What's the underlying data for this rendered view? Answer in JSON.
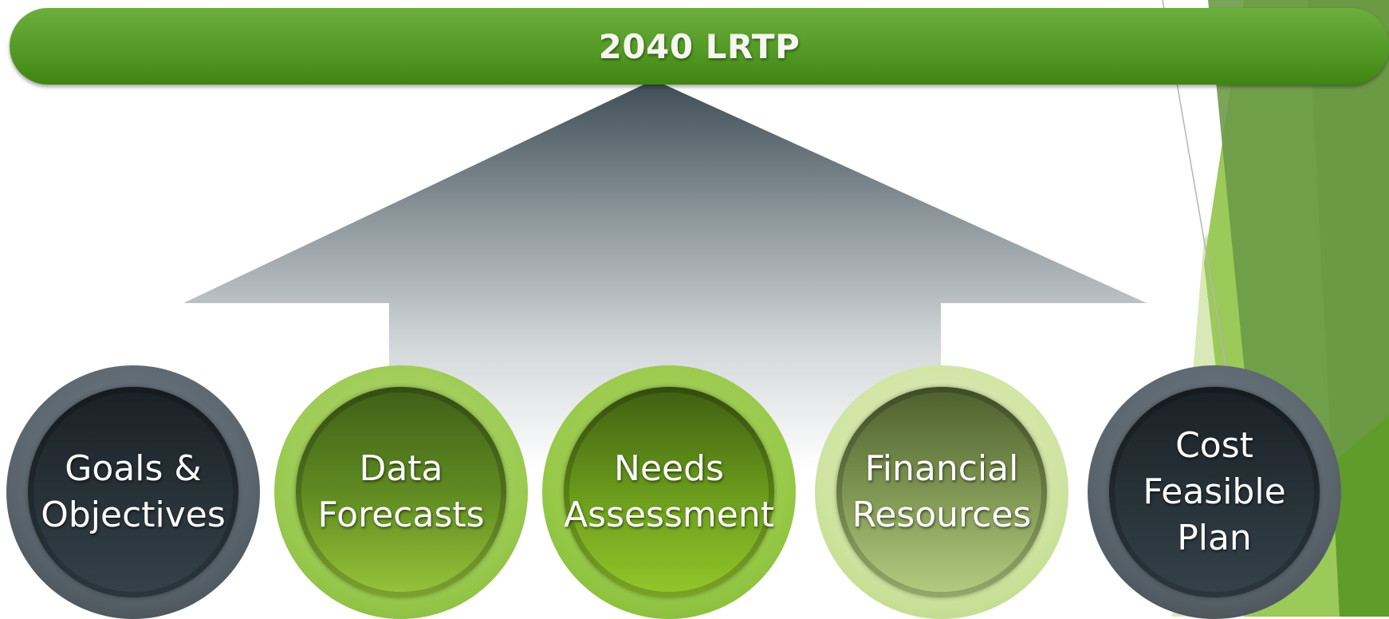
{
  "title": "2040 LRTP",
  "steps": [
    {
      "label": "Goals &\nObjectives"
    },
    {
      "label": "Data\nForecasts"
    },
    {
      "label": "Needs\nAssessment"
    },
    {
      "label": "Financial\nResources"
    },
    {
      "label": "Cost\nFeasible\nPlan"
    }
  ],
  "colors": {
    "banner_green": "#559a26",
    "dark_circle": "#29343b",
    "green_circle": "#7fb42f",
    "pale_circle": "#cfe4a1",
    "arrow_gray": "#3f4c55"
  }
}
